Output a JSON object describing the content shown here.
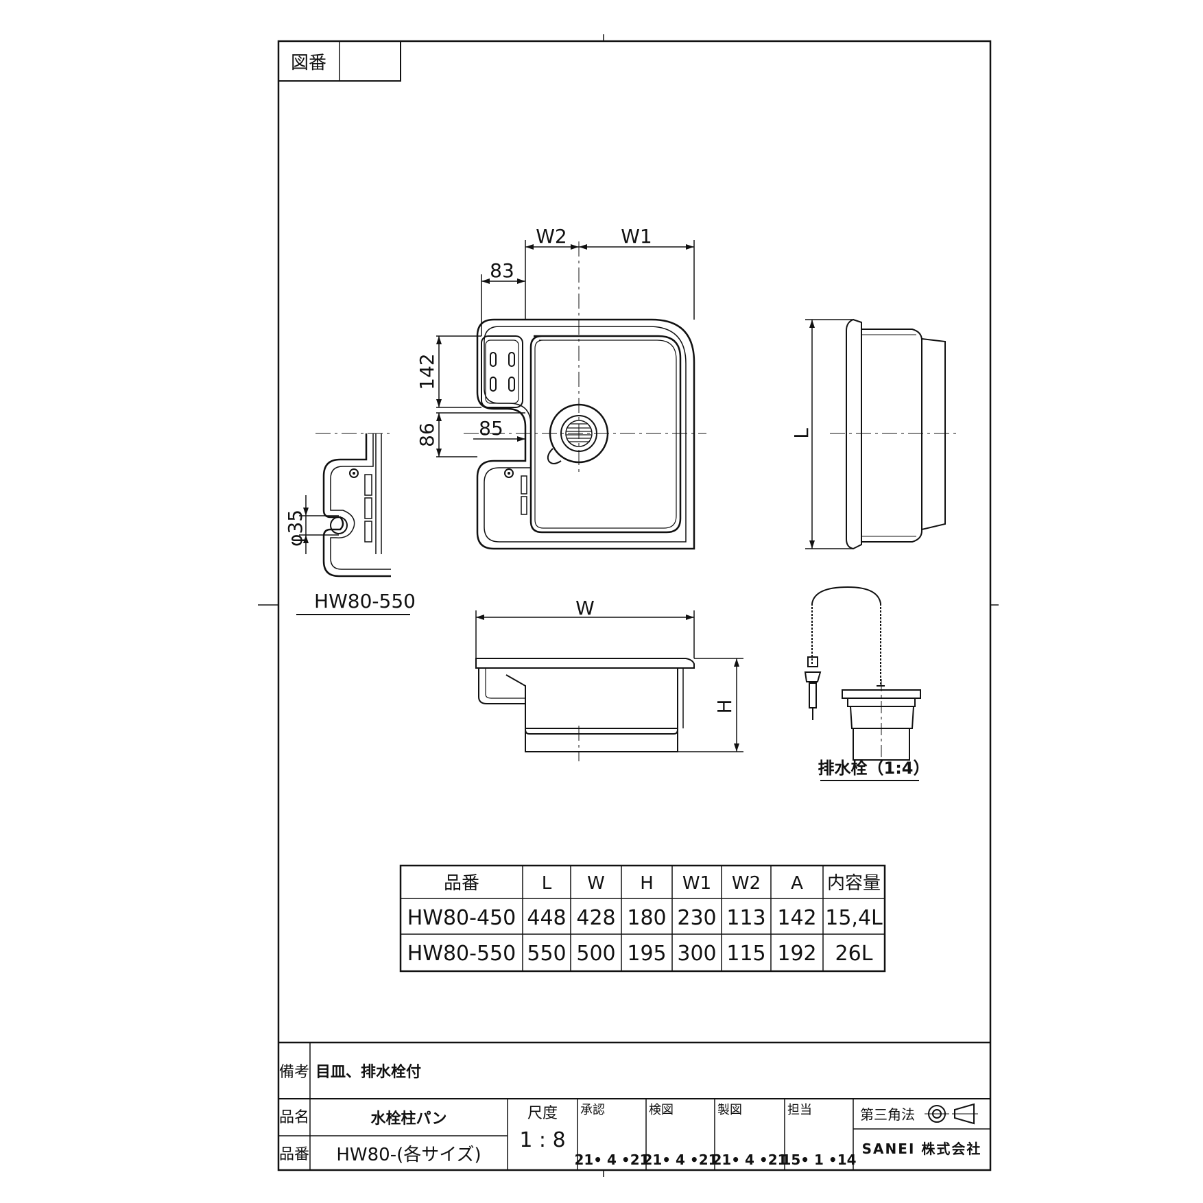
{
  "drawing_number": {
    "label": "図番",
    "value": ""
  },
  "dimensions": {
    "w2": "W2",
    "w1": "W1",
    "d83": "83",
    "d142": "142",
    "d86": "86",
    "d85": "85",
    "l": "L",
    "w": "W",
    "h": "H",
    "phi35": "φ35"
  },
  "detail_caption": "HW80-550",
  "drain_plug_caption": "排水栓（1:4）",
  "spec_table": {
    "headers": [
      "品番",
      "L",
      "W",
      "H",
      "W1",
      "W2",
      "A",
      "内容量"
    ],
    "rows": [
      [
        "HW80-450",
        "448",
        "428",
        "180",
        "230",
        "113",
        "142",
        "15,4L"
      ],
      [
        "HW80-550",
        "550",
        "500",
        "195",
        "300",
        "115",
        "192",
        "26L"
      ]
    ]
  },
  "title_block": {
    "remarks_label": "備考",
    "remarks": "目皿、排水栓付",
    "name_label": "品名",
    "name": "水栓柱パン",
    "number_label": "品番",
    "number": "HW80-(各サイズ)",
    "scale_label": "尺度",
    "scale": "1 : 8",
    "approval": {
      "label": "承認",
      "date": "21• 4 •21"
    },
    "check": {
      "label": "検図",
      "date": "21• 4 •21"
    },
    "drafting": {
      "label": "製図",
      "date": "21• 4 •21"
    },
    "charge": {
      "label": "担当",
      "date": "15• 1 •14"
    },
    "projection": "第三角法",
    "company": "SANEI 株式会社"
  }
}
